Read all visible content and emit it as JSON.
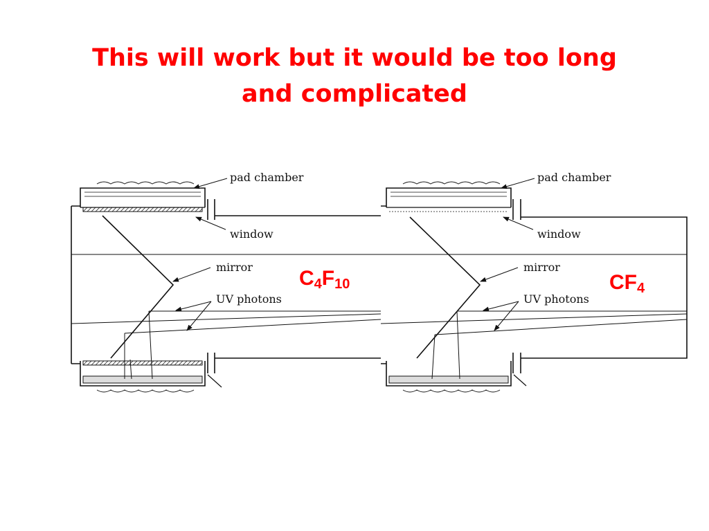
{
  "title": {
    "line1": "This will work but it would be too long",
    "line2": "and complicated"
  },
  "colors": {
    "title": "#ff0000",
    "gas_label": "#ff0000",
    "drawing": "#111111"
  },
  "panels": [
    {
      "labels": {
        "pad_chamber": "pad chamber",
        "window": "window",
        "mirror": "mirror",
        "uv_photons": "UV photons"
      },
      "gas": {
        "base1": "C",
        "sub1": "4",
        "base2": "F",
        "sub2": "10"
      }
    },
    {
      "labels": {
        "pad_chamber": "pad chamber",
        "window": "window",
        "mirror": "mirror",
        "uv_photons": "UV photons"
      },
      "gas": {
        "base1": "CF",
        "sub1": "4"
      }
    }
  ]
}
